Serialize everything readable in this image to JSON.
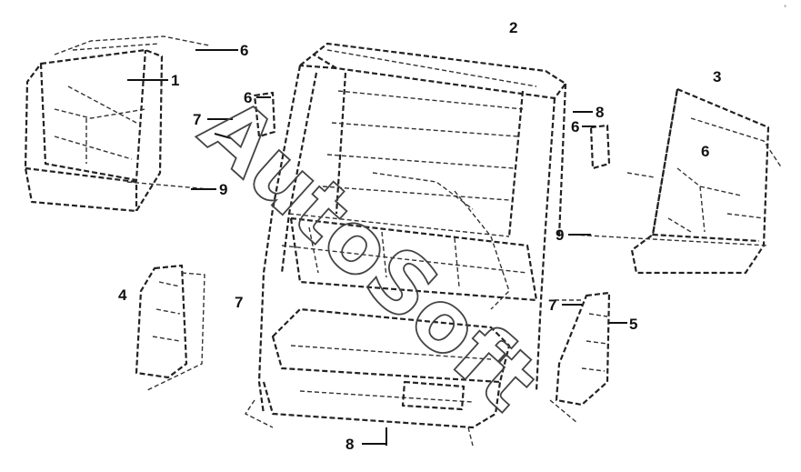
{
  "watermark": "AutoSoft",
  "corner_mark": "*",
  "callouts": {
    "c1": "1",
    "c2": "2",
    "c3": "3",
    "c4": "4",
    "c5": "5",
    "c6a": "6",
    "c6b": "6",
    "c6c": "6",
    "c6d": "6",
    "c7a": "7",
    "c7b": "7",
    "c7c": "7",
    "c8a": "8",
    "c8b": "8",
    "c9a": "9",
    "c9b": "9"
  }
}
